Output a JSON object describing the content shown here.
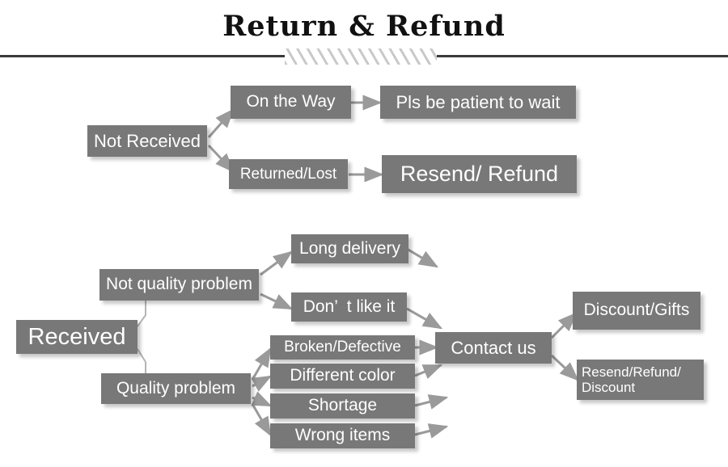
{
  "header": {
    "title": "Return & Refund",
    "divider_style": "hatched"
  },
  "colors": {
    "node_fill": "#787878",
    "node_text": "#ffffff",
    "arrow": "#9a9a9a",
    "rule": "#3a3a3a",
    "hatch": "#c9c9c9",
    "background": "#ffffff"
  },
  "flow": {
    "not_received": {
      "root": "Not Received",
      "branch_on_the_way": "On the Way",
      "branch_on_the_way_result": "Pls be patient to wait",
      "branch_returned_lost": "Returned/Lost",
      "branch_returned_lost_result": "Resend/ Refund"
    },
    "received": {
      "root": "Received",
      "not_quality_problem": "Not quality problem",
      "quality_problem": "Quality problem",
      "not_quality_reasons": [
        "Long delivery",
        "Don’  t like it"
      ],
      "quality_reasons": [
        "Broken/Defective",
        "Different color",
        "Shortage",
        "Wrong items"
      ],
      "contact": "Contact us",
      "outcomes": [
        "Discount/Gifts",
        "Resend/Refund/\nDiscount"
      ]
    }
  }
}
